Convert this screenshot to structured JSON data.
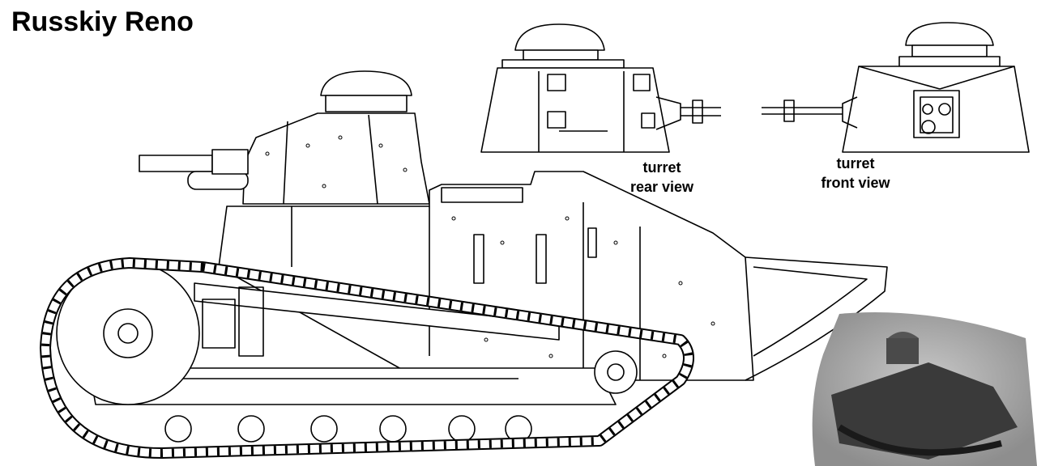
{
  "title": "Russkiy Reno",
  "labels": {
    "rear_view": [
      "turret",
      "rear view"
    ],
    "front_view": [
      "turret",
      "front view"
    ]
  },
  "colors": {
    "line": "#000000",
    "paper": "#ffffff",
    "photo_dark": "#3a3a3a",
    "photo_light": "#9a9a9a"
  }
}
